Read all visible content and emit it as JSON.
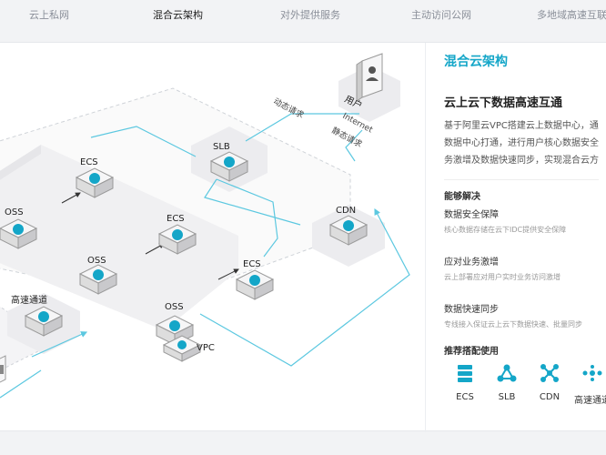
{
  "tabs": [
    "云上私网",
    "混合云架构",
    "对外提供服务",
    "主动访问公网",
    "多地域高速互联"
  ],
  "active_tab": 1,
  "diagram": {
    "nodes": {
      "ecs_1": "ECS",
      "ecs_2": "ECS",
      "ecs_3": "ECS",
      "oss_1": "OSS",
      "oss_2": "OSS",
      "oss_3": "OSS",
      "slb": "SLB",
      "cdn": "CDN",
      "user": "用户",
      "highspeed": "高速通道",
      "vpc": "VPC"
    },
    "paths": {
      "dynamic": "动态请求",
      "static": "静态请求",
      "internet": "Internet"
    },
    "colors": {
      "line": "#5cc8e0",
      "accent": "#14a6c8",
      "zone": "#f2f2f4"
    }
  },
  "info": {
    "title": "混合云架构",
    "subtitle": "云上云下数据高速互通",
    "description_lines": [
      "基于阿里云VPC搭建云上数据中心，通",
      "数据中心打通，进行用户核心数据安全",
      "务激增及数据快速同步，实现混合云方"
    ],
    "section_solve": "能够解决",
    "features": [
      {
        "title": "数据安全保障",
        "desc": "核心数据存储在云下IDC提供安全保障"
      },
      {
        "title": "应对业务激增",
        "desc": "云上部署应对用户实时业务访问激增"
      },
      {
        "title": "数据快速同步",
        "desc": "专线接入保证云上云下数据快速、批量同步"
      }
    ],
    "section_recommend": "推荐搭配使用",
    "products": [
      {
        "label": "ECS",
        "icon": "ecs-icon"
      },
      {
        "label": "SLB",
        "icon": "slb-icon"
      },
      {
        "label": "CDN",
        "icon": "cdn-icon"
      },
      {
        "label": "高速通道",
        "icon": "highspeed-icon"
      }
    ]
  }
}
